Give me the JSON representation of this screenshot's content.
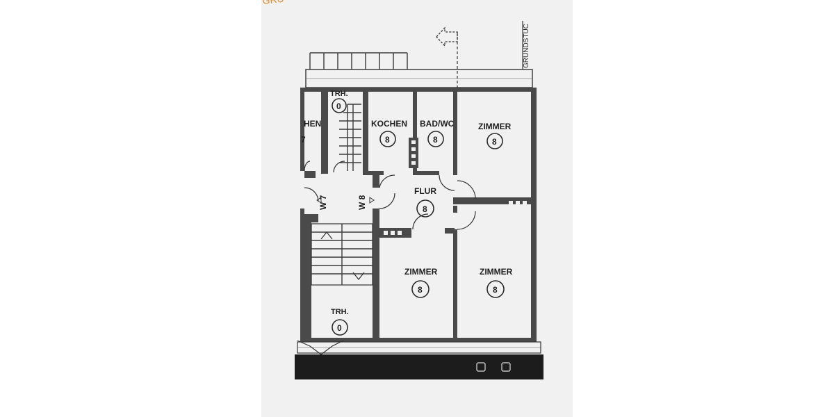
{
  "header_fragment": "GRU",
  "property_label": "GRUNDSTÜC",
  "rooms": {
    "kitchen_left": {
      "label": "HEN",
      "number": "7"
    },
    "stair_top": {
      "label": "TRH.",
      "number": "0"
    },
    "kochen": {
      "label": "KOCHEN",
      "number": "8"
    },
    "bad_wc": {
      "label": "BAD/WC",
      "number": "8"
    },
    "zimmer_top": {
      "label": "ZIMMER",
      "number": "8"
    },
    "flur": {
      "label": "FLUR",
      "number": "8"
    },
    "zimmer_mid": {
      "label": "ZIMMER",
      "number": "8"
    },
    "zimmer_right": {
      "label": "ZIMMER",
      "number": "8"
    },
    "stair_bottom": {
      "label": "TRH.",
      "number": "0"
    }
  },
  "doors": {
    "w7": "W 7",
    "w8": "W 8"
  },
  "colors": {
    "paper": "#f1f1f1",
    "wall": "#4a4a4a",
    "bottom_bar": "#1c1c1c",
    "header_accent": "#e08a2a"
  }
}
